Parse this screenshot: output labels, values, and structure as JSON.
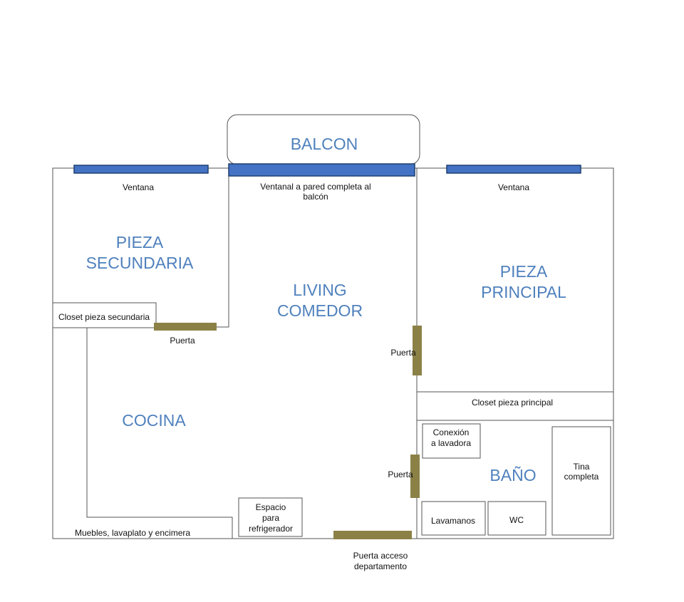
{
  "colors": {
    "room_label": "#4f81bd",
    "window_fill": "#4472c4",
    "door_fill": "#8b8147",
    "wall_stroke": "#555555"
  },
  "rooms": {
    "balcon": "BALCON",
    "pieza_secundaria": [
      "PIEZA",
      "SECUNDARIA"
    ],
    "living_comedor": [
      "LIVING",
      "COMEDOR"
    ],
    "pieza_principal": [
      "PIEZA",
      "PRINCIPAL"
    ],
    "cocina": "COCINA",
    "bano": "BAÑO"
  },
  "labels": {
    "ventana_left": "Ventana",
    "ventanal": [
      "Ventanal a pared completa al",
      "balcón"
    ],
    "ventana_right": "Ventana",
    "closet_secundaria": "Closet pieza secundaria",
    "puerta_secundaria": "Puerta",
    "puerta_principal": "Puerta",
    "puerta_bano": "Puerta",
    "closet_principal": "Closet pieza principal",
    "conexion": [
      "Conexión",
      "a lavadora"
    ],
    "tina": [
      "Tina",
      "completa"
    ],
    "lavamanos": "Lavamanos",
    "wc": "WC",
    "refrigerador": [
      "Espacio",
      "para",
      "refrigerador"
    ],
    "muebles": "Muebles, lavaplato y encimera",
    "puerta_acceso": [
      "Puerta acceso",
      "departamento"
    ]
  }
}
